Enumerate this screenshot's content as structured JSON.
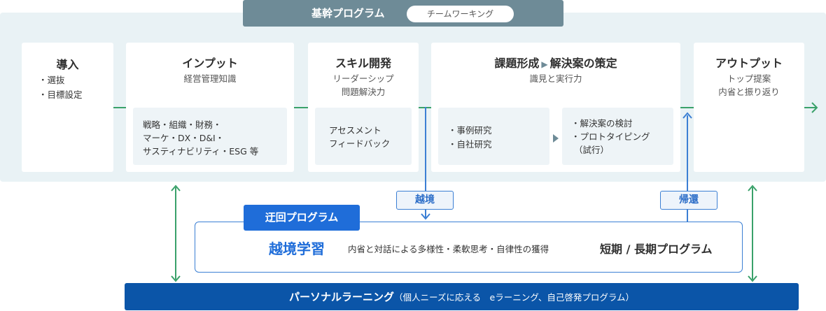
{
  "header": {
    "title": "基幹プログラム",
    "pill": "チームワーキング"
  },
  "cards": {
    "intro": {
      "title": "導入",
      "items": [
        "・選抜",
        "・目標設定"
      ]
    },
    "input": {
      "title": "インプット",
      "subtitle": "経営管理知識",
      "box": [
        "戦略・組織・財務・",
        "マーケ・DX・D&I・",
        "サスティナビリティ・ESG 等"
      ]
    },
    "skill": {
      "title": "スキル開発",
      "subtitle_lines": [
        "リーダーシップ",
        "問題解決力"
      ],
      "box": [
        "アセスメント",
        "フィードバック"
      ]
    },
    "issue": {
      "title_a": "課題形成",
      "title_b": "解決案の策定",
      "subtitle": "識見と実行力",
      "box_left": [
        "・事例研究",
        "・自社研究"
      ],
      "box_right": [
        "・解決案の検討",
        "・プロトタイピング",
        "（試行）"
      ]
    },
    "output": {
      "title": "アウトプット",
      "subtitle_lines": [
        "トップ提案",
        "内省と振り返り"
      ]
    }
  },
  "tags": {
    "cross": "越境",
    "return": "帰還"
  },
  "detour": {
    "label": "迂回プログラム",
    "main": "越境学習",
    "desc": "内省と対話による多様性・柔軟思考・自律性の獲得",
    "right": "短期 / 長期プログラム"
  },
  "bottom": {
    "main": "パーソナルラーニング",
    "sub": "（個人ニーズに応える　eラーニング、自己啓発プログラム）"
  },
  "colors": {
    "band": "#e9f2f5",
    "header": "#6e8b97",
    "green": "#3aa16a",
    "blue": "#3b7fd4",
    "bottom": "#0b55a8"
  }
}
